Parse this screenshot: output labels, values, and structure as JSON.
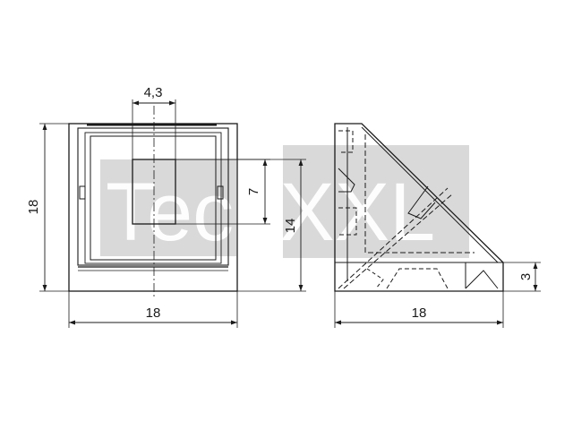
{
  "watermark": {
    "text": "TechXXL",
    "color": "#d0d0d0"
  },
  "colors": {
    "line": "#1a1a1a",
    "background": "#ffffff"
  },
  "front_view": {
    "width_label": "18",
    "height_label": "18",
    "slot_width_label": "4,3",
    "slot_height_label": "7",
    "inner_height_label": "14"
  },
  "side_view": {
    "width_label": "18",
    "thickness_label": "3"
  }
}
